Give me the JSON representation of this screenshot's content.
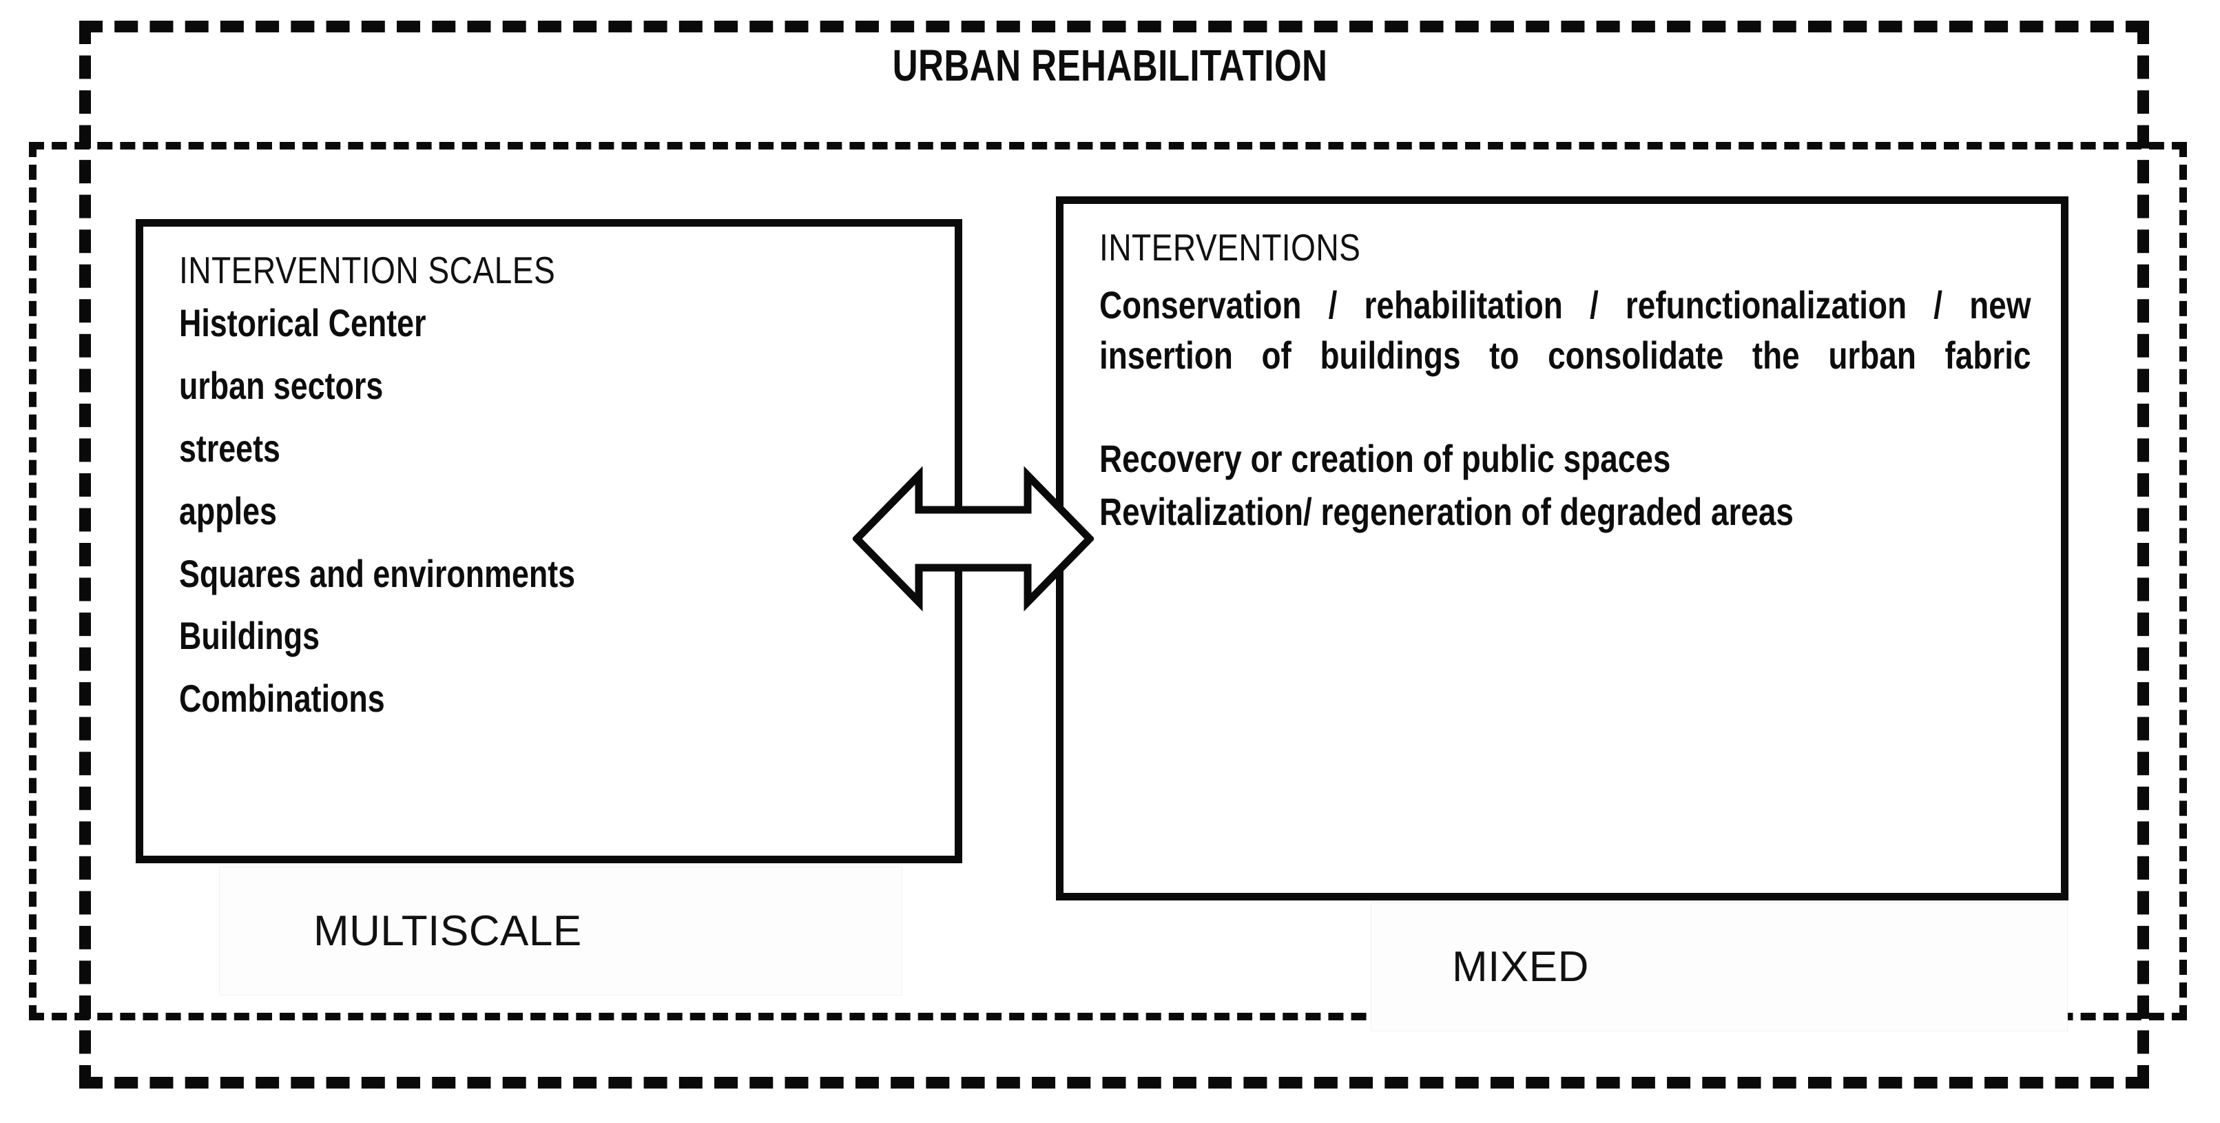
{
  "diagram": {
    "title": "URBAN REHABILITATION",
    "left_box": {
      "heading": "INTERVENTION SCALES",
      "items": [
        "Historical Center",
        "urban sectors",
        "streets",
        "apples",
        "Squares and environments",
        "Buildings",
        "Combinations"
      ],
      "caption": "MULTISCALE"
    },
    "right_box": {
      "heading": "INTERVENTIONS",
      "paragraphs": [
        "Conservation / rehabilitation / refunctionalization / new insertion of buildings to consolidate the urban fabric",
        "Recovery or creation of public spaces",
        "Revitalization/ regeneration of degraded areas"
      ],
      "caption": "MIXED"
    },
    "connector": {
      "icon": "double-headed-horizontal-arrow",
      "meaning": "bidirectional relationship"
    },
    "colors": {
      "ink": "#0a0a0a",
      "background": "#ffffff"
    }
  }
}
